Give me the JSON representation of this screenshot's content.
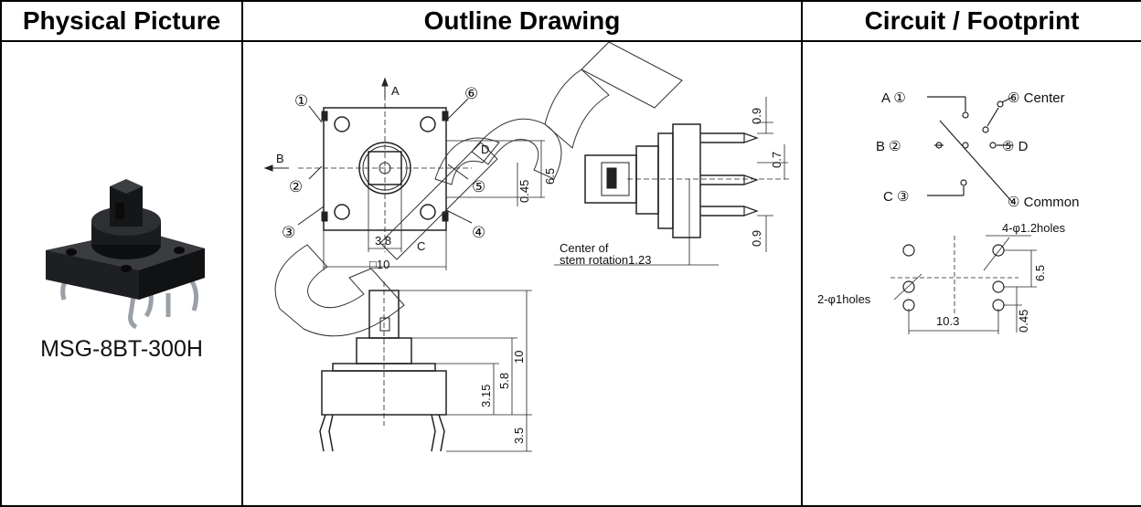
{
  "headers": {
    "physical": "Physical Picture",
    "outline": "Outline Drawing",
    "circuit": "Circuit / Footprint"
  },
  "model": "MSG-8BT-300H",
  "outline_labels": {
    "pin1": "①",
    "pin2": "②",
    "pin3": "③",
    "pin4": "④",
    "pin5": "⑤",
    "pin6": "⑥",
    "a": "A",
    "b": "B",
    "c": "C",
    "d": "D",
    "dim_38": "3.8",
    "dim_10": "□10",
    "dim_65": "6.5",
    "dim_045": "0.45",
    "dim_09_top": "0.9",
    "dim_07": "0.7",
    "dim_09_bot": "0.9",
    "center_line1": "Center of",
    "center_line2": "stem rotation1.23",
    "dim_h10": "10",
    "dim_58": "5.8",
    "dim_315": "3.15",
    "dim_35": "3.5"
  },
  "circuit_labels": {
    "a": "A ①",
    "b": "B ②",
    "c": "C ③",
    "center": "⑥ Center",
    "d": "⑤ D",
    "common": "④ Common",
    "holes_4": "4-φ1.2holes",
    "holes_2": "2-φ1holes",
    "dim_103": "10.3",
    "dim_65": "6.5",
    "dim_045": "0.45"
  }
}
